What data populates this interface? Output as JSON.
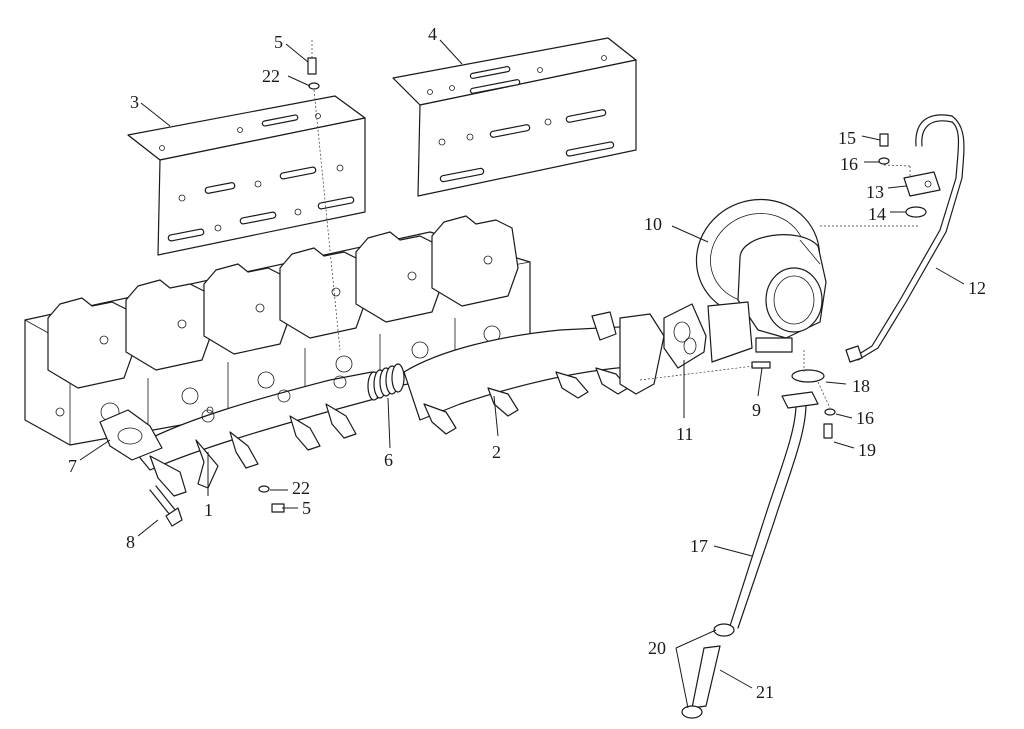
{
  "callouts": {
    "c1": "1",
    "c2": "2",
    "c3": "3",
    "c4": "4",
    "c5_top": "5",
    "c5_bottom": "5",
    "c6": "6",
    "c7": "7",
    "c8": "8",
    "c9": "9",
    "c10": "10",
    "c11": "11",
    "c12": "12",
    "c13": "13",
    "c14": "14",
    "c15": "15",
    "c16_top": "16",
    "c16_mid": "16",
    "c17": "17",
    "c18": "18",
    "c19": "19",
    "c20": "20",
    "c21": "21",
    "c22_top": "22",
    "c22_bottom": "22"
  }
}
